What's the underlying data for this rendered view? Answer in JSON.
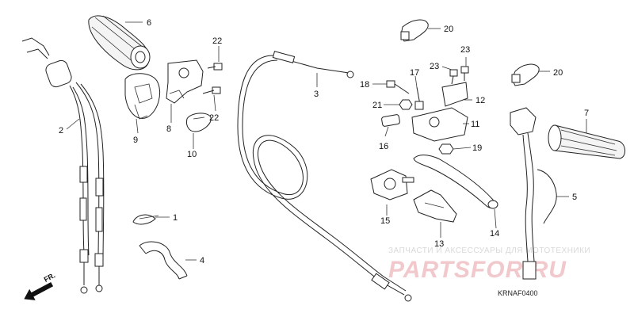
{
  "parts": [
    {
      "id": "1",
      "label": "1"
    },
    {
      "id": "2",
      "label": "2"
    },
    {
      "id": "3",
      "label": "3"
    },
    {
      "id": "4",
      "label": "4"
    },
    {
      "id": "5",
      "label": "5"
    },
    {
      "id": "6",
      "label": "6"
    },
    {
      "id": "7",
      "label": "7"
    },
    {
      "id": "8",
      "label": "8"
    },
    {
      "id": "9",
      "label": "9"
    },
    {
      "id": "10",
      "label": "10"
    },
    {
      "id": "11",
      "label": "11"
    },
    {
      "id": "12",
      "label": "12"
    },
    {
      "id": "13",
      "label": "13"
    },
    {
      "id": "14",
      "label": "14"
    },
    {
      "id": "15",
      "label": "15"
    },
    {
      "id": "16",
      "label": "16"
    },
    {
      "id": "17",
      "label": "17"
    },
    {
      "id": "18",
      "label": "18"
    },
    {
      "id": "19",
      "label": "19"
    },
    {
      "id": "20a",
      "label": "20"
    },
    {
      "id": "20b",
      "label": "20"
    },
    {
      "id": "21",
      "label": "21"
    },
    {
      "id": "22a",
      "label": "22"
    },
    {
      "id": "22b",
      "label": "22"
    },
    {
      "id": "23a",
      "label": "23"
    },
    {
      "id": "23b",
      "label": "23"
    }
  ],
  "direction_marker": "FR.",
  "diagram_code": "KRNAF0400",
  "watermark": {
    "subtitle": "ЗАПЧАСТИ И АКСЕССУАРЫ ДЛЯ МОТОТЕХНИКИ",
    "brand": "PARTSFOR.RU"
  }
}
